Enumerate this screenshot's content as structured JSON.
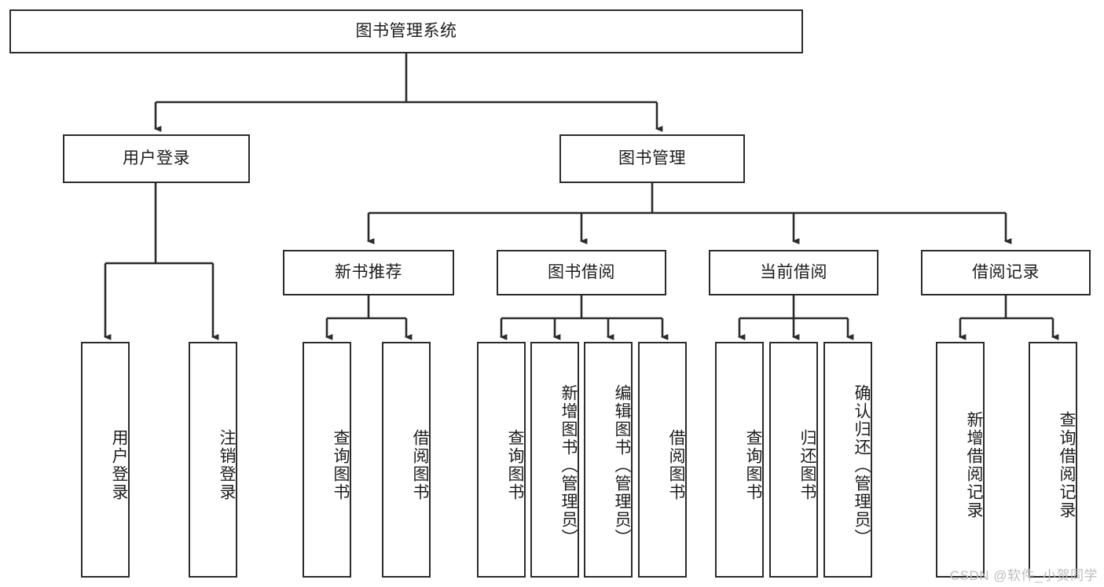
{
  "diagram": {
    "type": "tree",
    "title": "图书管理系统",
    "style": {
      "stroke": "#2b2b2b",
      "box_fill": "#ffffff",
      "text_color": "#1d1d1d",
      "background": "#ffffff",
      "watermark_color": "#bdbdbd"
    },
    "levels": {
      "root": "图书管理系统",
      "level2": [
        "用户登录",
        "图书管理"
      ],
      "level3": [
        "新书推荐",
        "图书借阅",
        "当前借阅",
        "借阅记录"
      ]
    },
    "nodes": {
      "root": {
        "label": "图书管理系统"
      },
      "user_login": {
        "label": "用户登录"
      },
      "book_mgmt": {
        "label": "图书管理"
      },
      "new_book_rec": {
        "label": "新书推荐"
      },
      "book_borrow": {
        "label": "图书借阅"
      },
      "current_borrow": {
        "label": "当前借阅"
      },
      "borrow_record": {
        "label": "借阅记录"
      },
      "leaf_user_login": {
        "label": "用户登录"
      },
      "leaf_logout": {
        "label": "注销登录"
      },
      "leaf_query_book_1": {
        "label": "查询图书"
      },
      "leaf_borrow_book_1": {
        "label": "借阅图书"
      },
      "leaf_query_book_2": {
        "label": "查询图书"
      },
      "leaf_add_book": {
        "label": "新增图书（管理员）"
      },
      "leaf_edit_book": {
        "label": "编辑图书（管理员）"
      },
      "leaf_borrow_book_2": {
        "label": "借阅图书"
      },
      "leaf_query_book_3": {
        "label": "查询图书"
      },
      "leaf_return_book": {
        "label": "归还图书"
      },
      "leaf_confirm_return": {
        "label": "确认归还（管理员）"
      },
      "leaf_add_record": {
        "label": "新增借阅记录"
      },
      "leaf_query_record": {
        "label": "查询借阅记录"
      }
    },
    "edges": [
      {
        "from": "root",
        "to": "user_login"
      },
      {
        "from": "root",
        "to": "book_mgmt"
      },
      {
        "from": "user_login",
        "to": "leaf_user_login"
      },
      {
        "from": "user_login",
        "to": "leaf_logout"
      },
      {
        "from": "book_mgmt",
        "to": "new_book_rec"
      },
      {
        "from": "book_mgmt",
        "to": "book_borrow"
      },
      {
        "from": "book_mgmt",
        "to": "current_borrow"
      },
      {
        "from": "book_mgmt",
        "to": "borrow_record"
      },
      {
        "from": "new_book_rec",
        "to": "leaf_query_book_1"
      },
      {
        "from": "new_book_rec",
        "to": "leaf_borrow_book_1"
      },
      {
        "from": "book_borrow",
        "to": "leaf_query_book_2"
      },
      {
        "from": "book_borrow",
        "to": "leaf_add_book"
      },
      {
        "from": "book_borrow",
        "to": "leaf_edit_book"
      },
      {
        "from": "book_borrow",
        "to": "leaf_borrow_book_2"
      },
      {
        "from": "current_borrow",
        "to": "leaf_query_book_3"
      },
      {
        "from": "current_borrow",
        "to": "leaf_return_book"
      },
      {
        "from": "current_borrow",
        "to": "leaf_confirm_return"
      },
      {
        "from": "borrow_record",
        "to": "leaf_add_record"
      },
      {
        "from": "borrow_record",
        "to": "leaf_query_record"
      }
    ]
  },
  "watermark": {
    "text": "CSDN @软件_小贺同学"
  }
}
